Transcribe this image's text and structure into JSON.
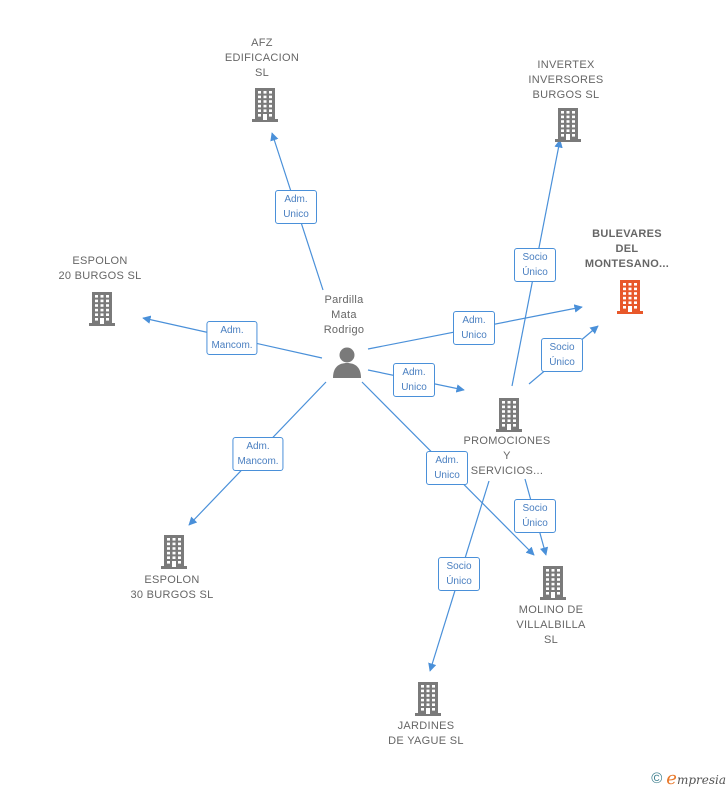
{
  "colors": {
    "edge": "#4a90d9",
    "building": "#7a7a7a",
    "highlight": "#e8582a",
    "person": "#7a7a7a"
  },
  "center": {
    "label": "Pardilla\nMata\nRodrigo",
    "icon": "person-icon"
  },
  "nodes": [
    {
      "id": "afz",
      "label": "AFZ\nEDIFICACION\nSL",
      "icon": "building-icon"
    },
    {
      "id": "invertex",
      "label": "INVERTEX\nINVERSORES\nBURGOS SL",
      "icon": "building-icon"
    },
    {
      "id": "bulevares",
      "label": "BULEVARES\nDEL\nMONTESANO...",
      "icon": "building-icon",
      "highlight": true
    },
    {
      "id": "espolon20",
      "label": "ESPOLON\n20 BURGOS  SL",
      "icon": "building-icon"
    },
    {
      "id": "promociones",
      "label": "PROMOCIONES\nY\nSERVICIOS...",
      "icon": "building-icon"
    },
    {
      "id": "espolon30",
      "label": "ESPOLON\n30 BURGOS  SL",
      "icon": "building-icon"
    },
    {
      "id": "molino",
      "label": "MOLINO DE\nVILLALBILLA\nSL",
      "icon": "building-icon"
    },
    {
      "id": "jardines",
      "label": "JARDINES\nDE YAGUE  SL",
      "icon": "building-icon"
    }
  ],
  "edges": [
    {
      "from": "center",
      "to": "afz",
      "label": "Adm.\nUnico"
    },
    {
      "from": "center",
      "to": "espolon20",
      "label": "Adm.\nMancom."
    },
    {
      "from": "center",
      "to": "bulevares",
      "label": "Adm.\nUnico"
    },
    {
      "from": "center",
      "to": "promociones",
      "label": "Adm.\nUnico"
    },
    {
      "from": "center",
      "to": "espolon30",
      "label": "Adm.\nMancom."
    },
    {
      "from": "center",
      "to": "molino",
      "label": "Adm.\nUnico"
    },
    {
      "from": "promociones",
      "to": "invertex",
      "label": "Socio\nÚnico"
    },
    {
      "from": "promociones",
      "to": "bulevares",
      "label": "Socio\nÚnico"
    },
    {
      "from": "promociones",
      "to": "molino",
      "label": "Socio\nÚnico"
    },
    {
      "from": "promociones",
      "to": "jardines",
      "label": "Socio\nÚnico"
    }
  ],
  "footer": {
    "copyright": "©",
    "brand_e": "e",
    "brand_rest": "mpresia"
  }
}
